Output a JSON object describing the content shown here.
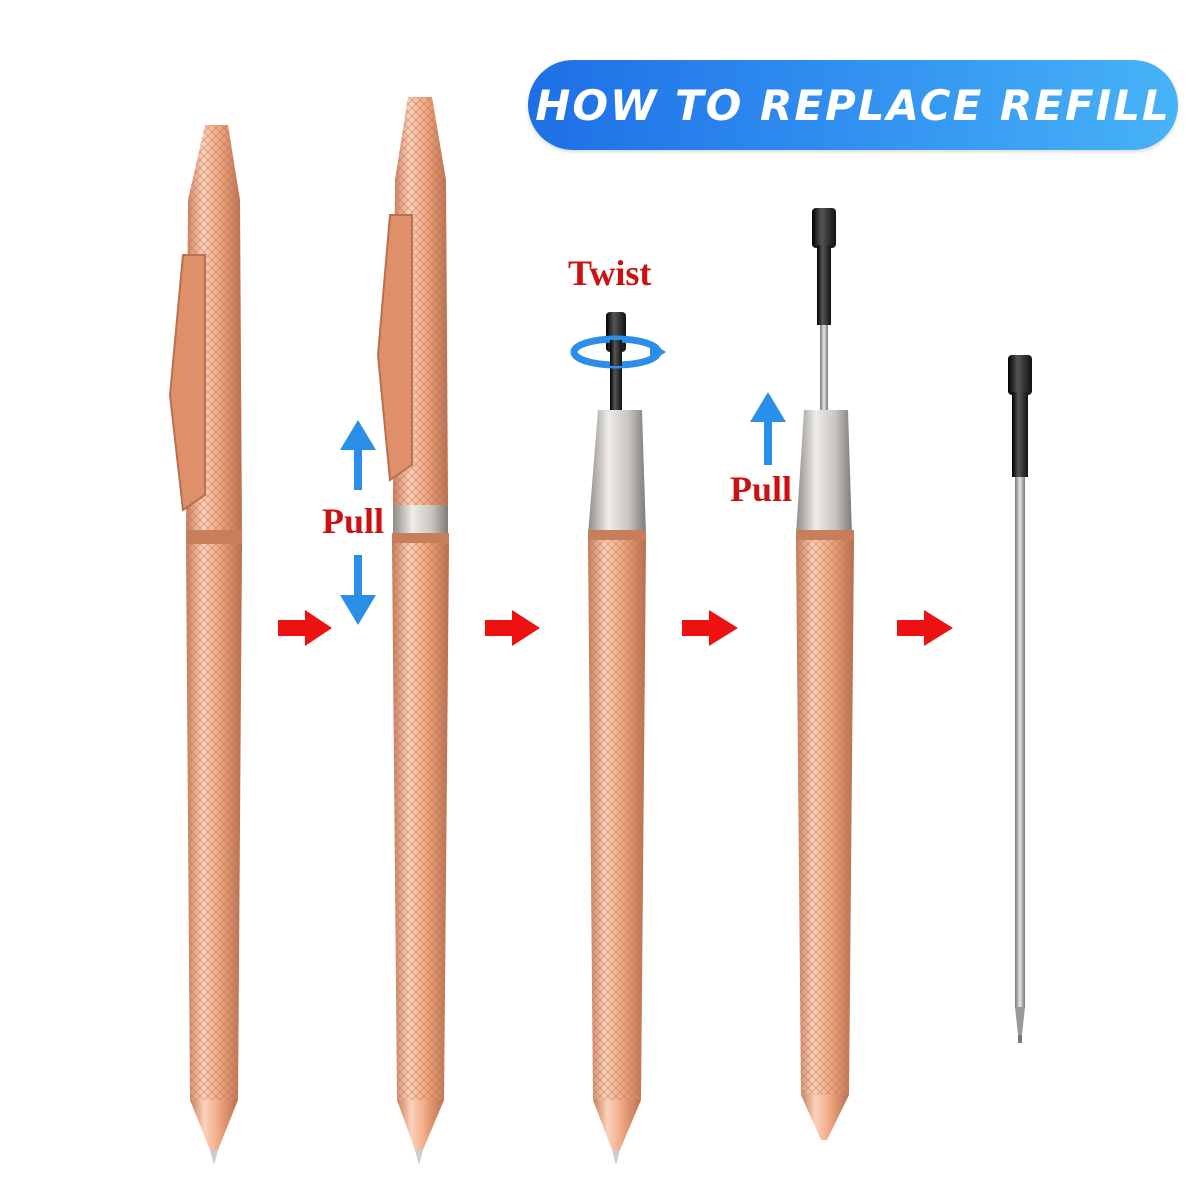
{
  "banner": {
    "title": "HOW TO REPLACE REFILL"
  },
  "labels": {
    "pull_1": "Pull",
    "twist": "Twist",
    "pull_2": "Pull"
  },
  "colors": {
    "banner_start": "#1e6fe6",
    "banner_end": "#47b3f7",
    "pen_body": "#f0a882",
    "pen_shadow": "#c97e5b",
    "pen_highlight": "#fbd2bc",
    "step_arrow": "#ee1111",
    "pull_arrow": "#2b8ee8",
    "label_text": "#cc1111",
    "silver": "#c9c6c1",
    "refill_black": "#1a1a1a"
  },
  "icons": [
    "red-right-arrow-icon",
    "blue-double-arrow-icon",
    "blue-up-arrow-icon",
    "twist-rotation-icon"
  ]
}
